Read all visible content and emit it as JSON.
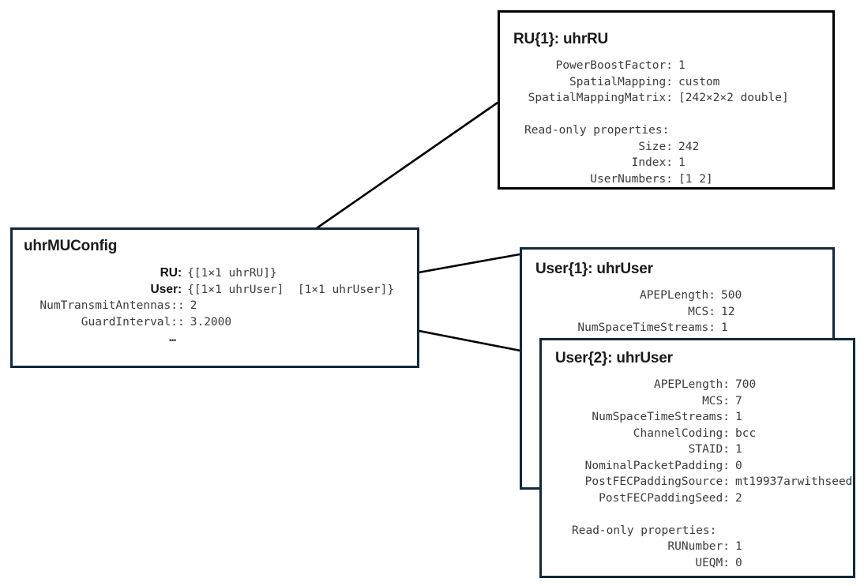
{
  "diagram": {
    "title_font_note": "MATLAB object display boxes",
    "colors": {
      "navy_border": "#11293a",
      "black_border": "#000000",
      "text": "#3c3c3c",
      "background": "#ffffff"
    }
  },
  "boxes": {
    "ru1": {
      "title": "RU{1}: uhrRU",
      "properties": [
        {
          "name": "PowerBoostFactor",
          "value": "1"
        },
        {
          "name": "SpatialMapping",
          "value": "custom"
        },
        {
          "name": "SpatialMappingMatrix",
          "value": "[242×2×2 double]"
        }
      ],
      "readonly_header": "Read-only properties:",
      "readonly_properties": [
        {
          "name": "Size",
          "value": "242"
        },
        {
          "name": "Index",
          "value": "1"
        },
        {
          "name": "UserNumbers",
          "value": "[1 2]"
        }
      ]
    },
    "muconfig": {
      "title": "uhrMUConfig",
      "properties": [
        {
          "name": "RU",
          "value": "{[1×1 uhrRU]}",
          "link": true
        },
        {
          "name": "User",
          "value": "{[1×1 uhrUser]  [1×1 uhrUser]}",
          "link": true
        },
        {
          "name": "NumTransmitAntennas",
          "value": "2",
          "link": false
        },
        {
          "name": "GuardInterval",
          "value": "3.2000",
          "link": false
        }
      ],
      "ellipsis": "…"
    },
    "user1": {
      "title": "User{1}: uhrUser",
      "properties": [
        {
          "name": "APEPLength",
          "value": "500"
        },
        {
          "name": "MCS",
          "value": "12"
        },
        {
          "name": "NumSpaceTimeStreams",
          "value": "1"
        }
      ]
    },
    "user2": {
      "title": "User{2}: uhrUser",
      "properties": [
        {
          "name": "APEPLength",
          "value": "700"
        },
        {
          "name": "MCS",
          "value": "7"
        },
        {
          "name": "NumSpaceTimeStreams",
          "value": "1"
        },
        {
          "name": "ChannelCoding",
          "value": "bcc"
        },
        {
          "name": "STAID",
          "value": "1"
        },
        {
          "name": "NominalPacketPadding",
          "value": "0"
        },
        {
          "name": "PostFECPaddingSource",
          "value": "mt19937arwithseed"
        },
        {
          "name": "PostFECPaddingSeed",
          "value": "2"
        }
      ],
      "readonly_header": "Read-only properties:",
      "readonly_properties": [
        {
          "name": "RUNumber",
          "value": "1"
        },
        {
          "name": "UEQM",
          "value": "0"
        }
      ]
    }
  },
  "connectors": [
    {
      "id": "arrow-ru1-to-ru-field",
      "from": "ru1-box",
      "to": "muconfig-ru-value"
    },
    {
      "id": "arrow-user1-to-user-field",
      "from": "user1-box",
      "to": "muconfig-user-value-1"
    },
    {
      "id": "arrow-user2-to-user-field",
      "from": "user2-box",
      "to": "muconfig-user-value-2"
    }
  ]
}
